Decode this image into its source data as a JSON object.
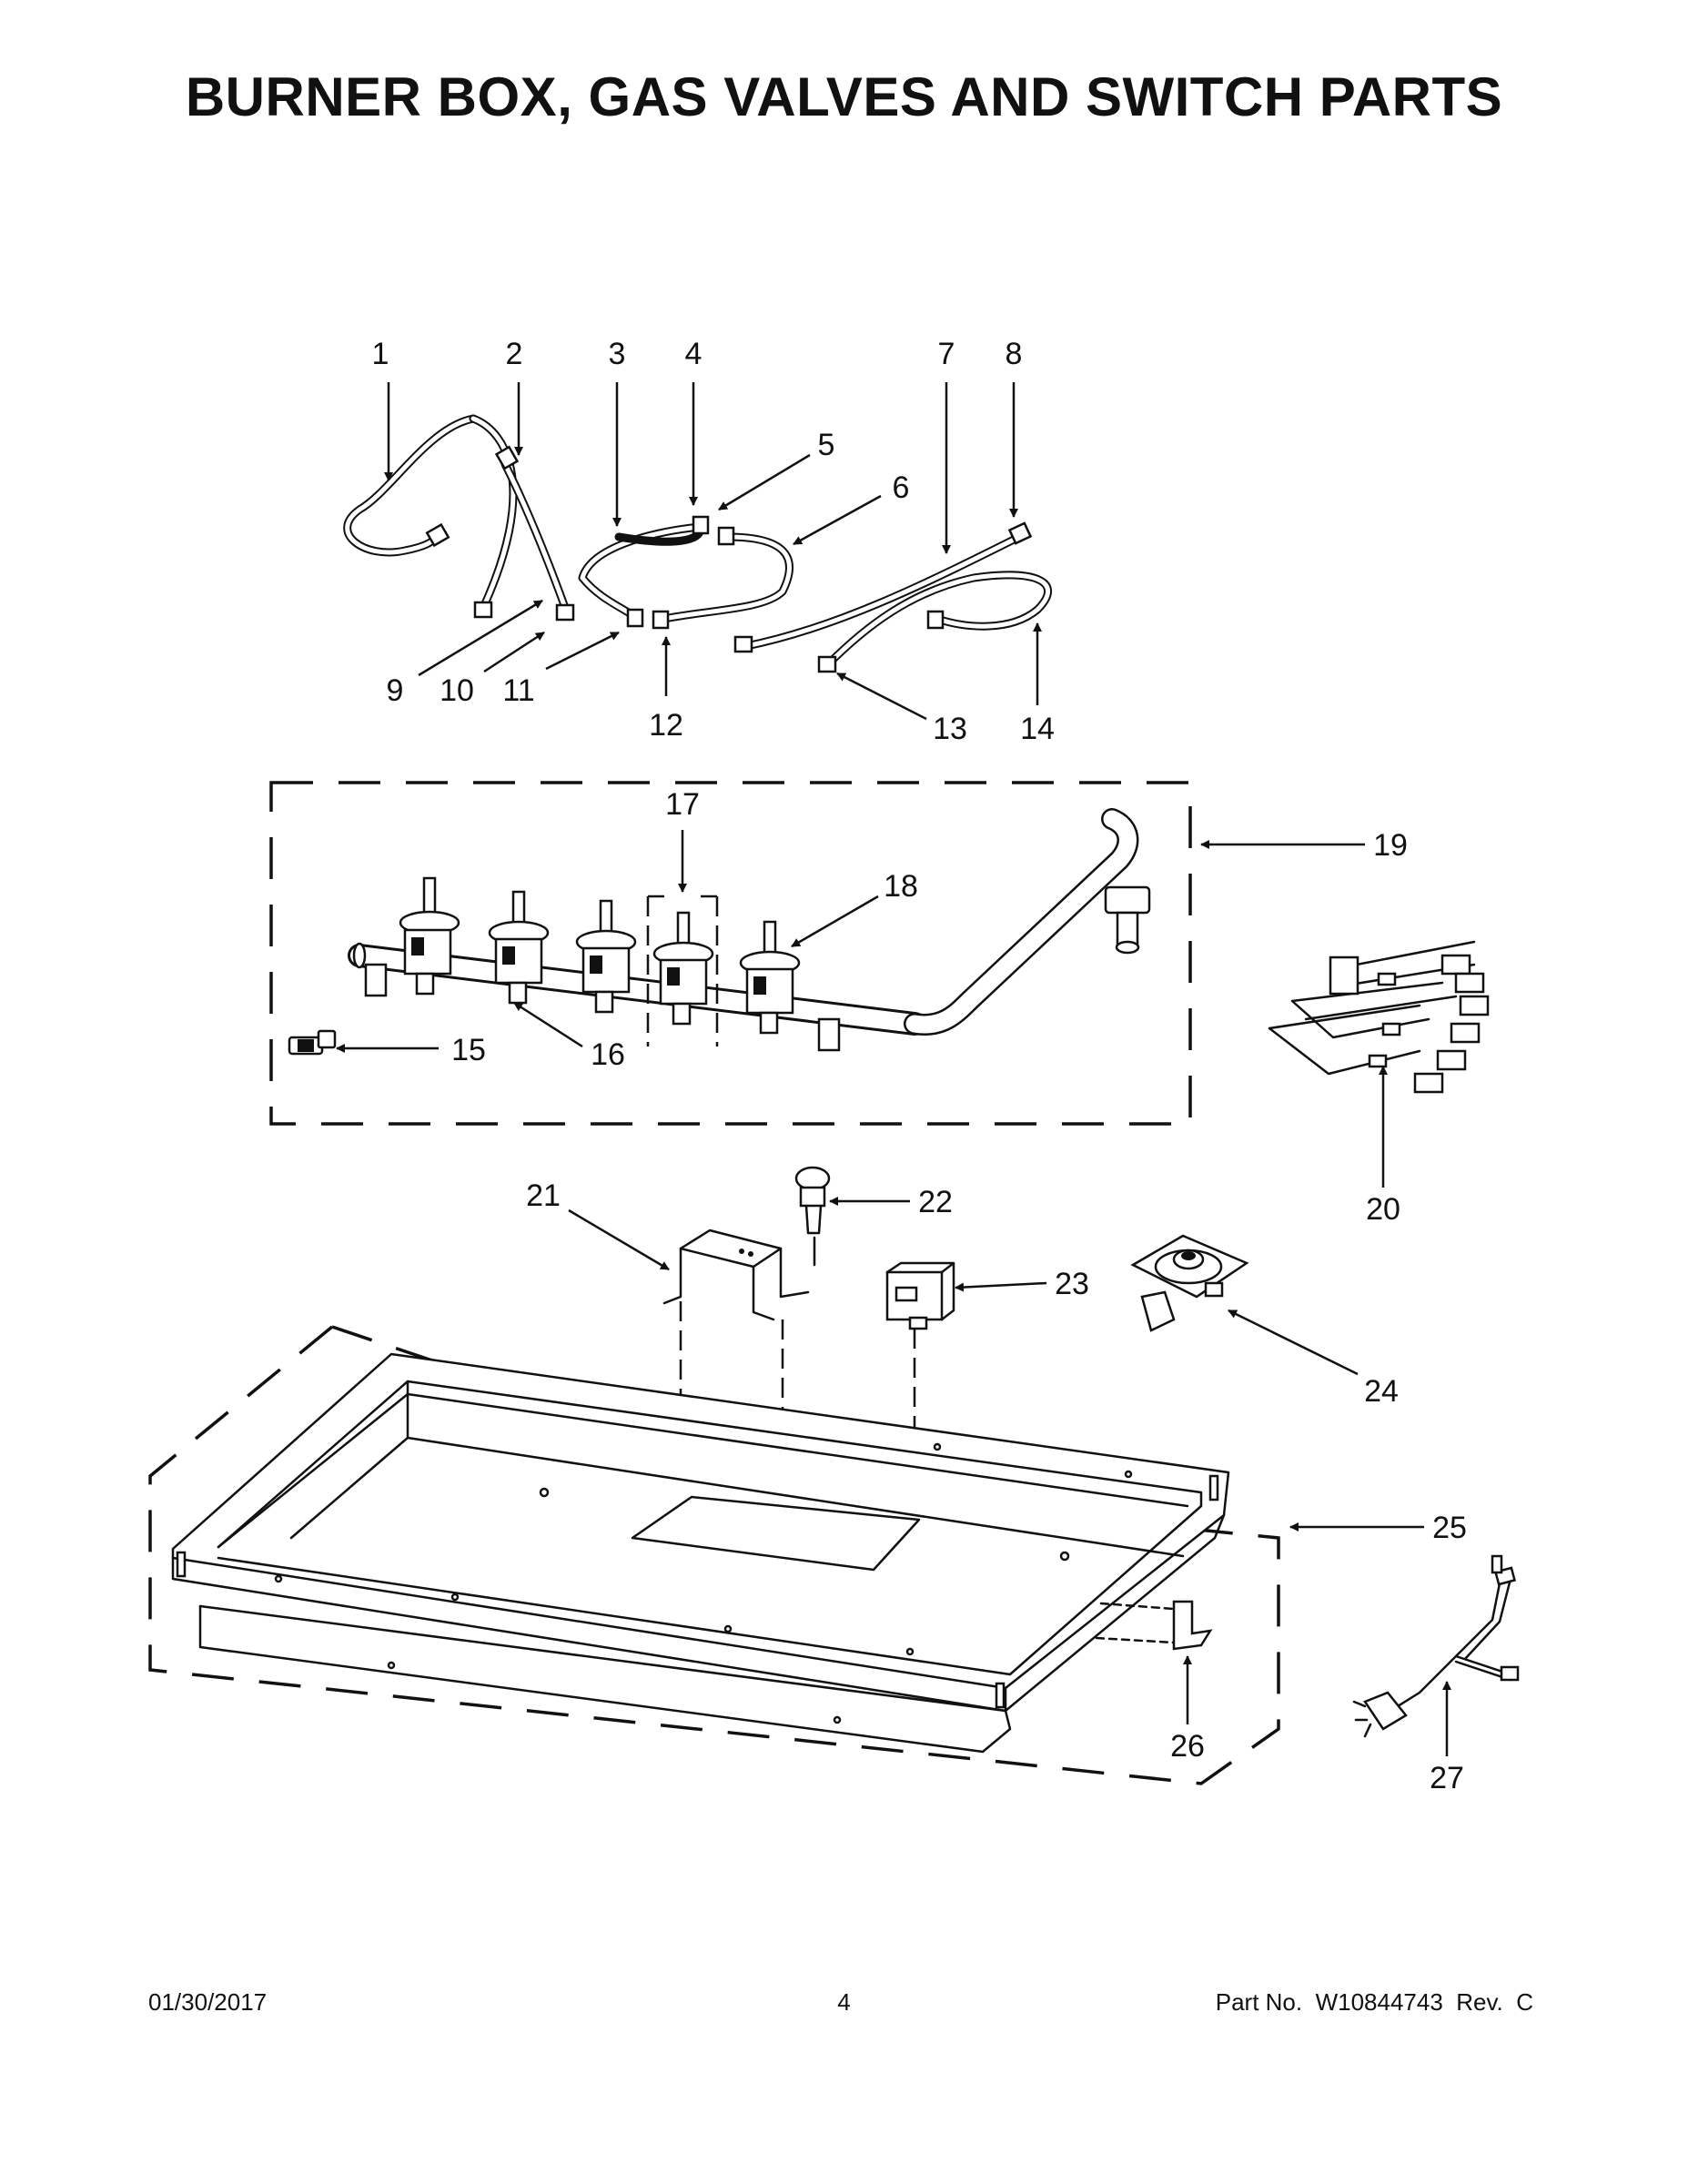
{
  "title": "BURNER BOX, GAS VALVES AND SWITCH PARTS",
  "callouts": [
    "1",
    "2",
    "3",
    "4",
    "5",
    "6",
    "7",
    "8",
    "9",
    "10",
    "11",
    "12",
    "13",
    "14",
    "15",
    "16",
    "17",
    "18",
    "19",
    "20",
    "21",
    "22",
    "23",
    "24",
    "25",
    "26",
    "27"
  ],
  "footer": {
    "date": "01/30/2017",
    "page": "4",
    "part_number": "Part No.  W10844743  Rev.  C"
  }
}
